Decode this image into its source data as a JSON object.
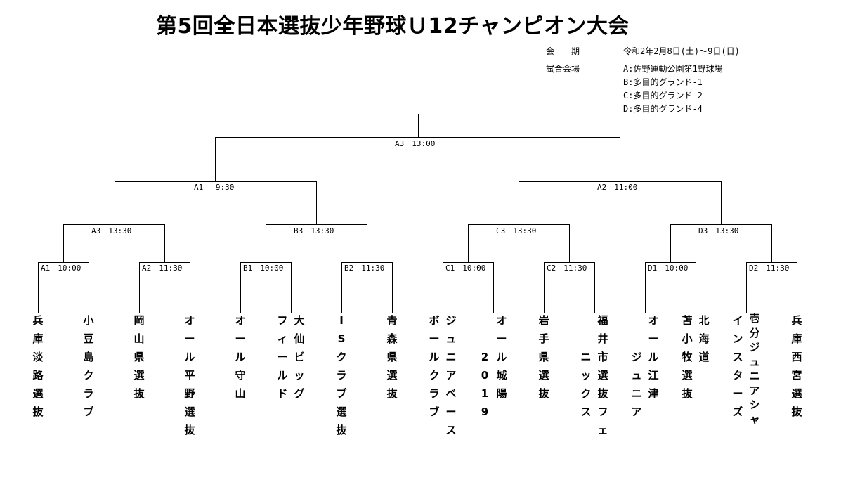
{
  "title": "第5回全日本選抜少年野球Ｕ12チャンピオン大会",
  "info": {
    "period_label": "会　　期",
    "period_value": "令和2年2月8日(土)～9日(日)",
    "venue_label": "試合会場",
    "venues": [
      "A:佐野運動公園第1野球場",
      "B:多目的グランド-1",
      "C:多目的グランド-2",
      "D:多目的グランド-4"
    ]
  },
  "matches": {
    "final": "A3　13:00",
    "semi_left": "A1　 9:30",
    "semi_right": "A2　11:00",
    "qf1": "A3　13:30",
    "qf2": "B3　13:30",
    "qf3": "C3　13:30",
    "qf4": "D3　13:30",
    "r1": [
      "A1　10:00",
      "A2　11:30",
      "B1　10:00",
      "B2　11:30",
      "C1　10:00",
      "C2　11:30",
      "D1　10:00",
      "D2　11:30"
    ]
  },
  "teams": [
    [
      "兵庫淡路選抜"
    ],
    [
      "小豆島クラブ"
    ],
    [
      "岡山県選抜"
    ],
    [
      "オール平野選抜"
    ],
    [
      "オール守山"
    ],
    [
      "大仙ビッグ",
      "フィールド"
    ],
    [
      "ISクラブ選抜"
    ],
    [
      "青森県選抜"
    ],
    [
      "ジュニアベース",
      "ボールクラブ"
    ],
    [
      "オール城陽",
      "2019"
    ],
    [
      "岩手県選抜"
    ],
    [
      "福井市選抜フェ",
      "ニックス"
    ],
    [
      "オール江津",
      "ジュニア"
    ],
    [
      "北海道",
      "苫小牧選抜"
    ],
    [
      "壱分ジュニアシャ",
      "インスターズ"
    ],
    [
      "兵庫西宮選抜"
    ]
  ]
}
